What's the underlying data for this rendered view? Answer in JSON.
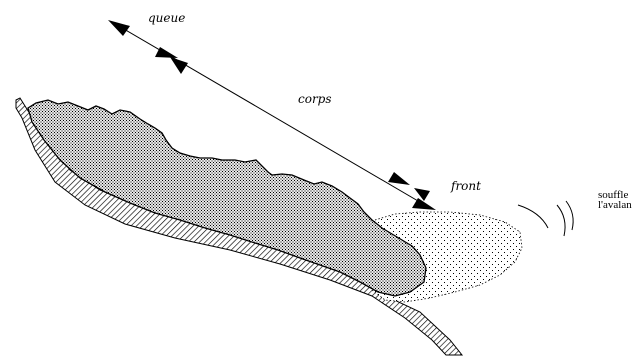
{
  "labels": {
    "queue": "queue",
    "corps": "corps",
    "front": "front",
    "souffle_line1": "souffle",
    "souffle_line2": "l'avalan"
  },
  "colors": {
    "ink": "#000000",
    "background": "#ffffff"
  }
}
